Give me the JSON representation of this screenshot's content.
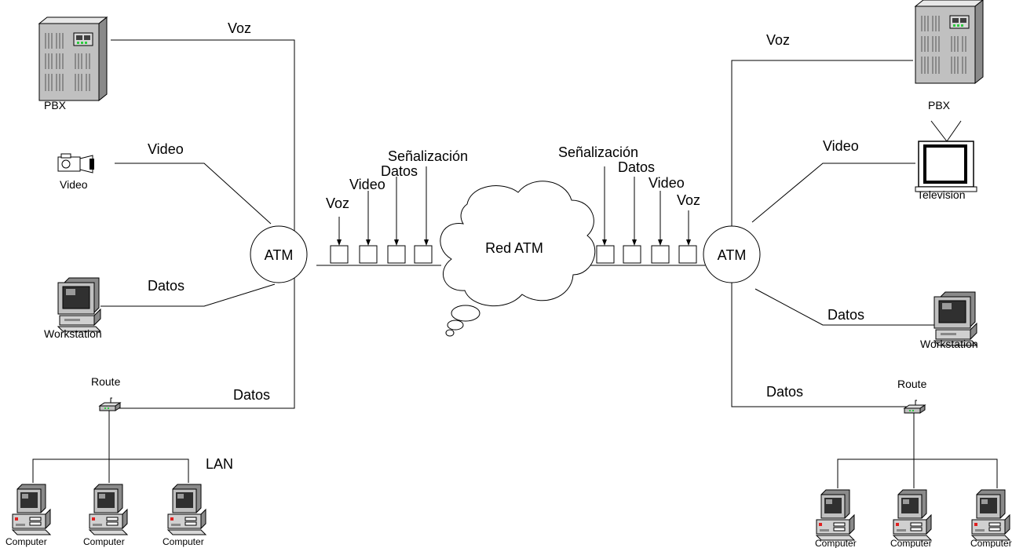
{
  "labels": {
    "left_voz": "Voz",
    "left_video": "Video",
    "left_datos": "Datos",
    "left_lan_datos": "Datos",
    "left_pbx": "PBX",
    "left_video_dev": "Video",
    "left_workstation": "Workstation",
    "left_route": "Route",
    "left_lan": "LAN",
    "left_atm": "ATM",
    "left_cell_voz": "Voz",
    "left_cell_video": "Video",
    "left_cell_datos": "Datos",
    "left_cell_senal": "Señalización",
    "cloud": "Red ATM",
    "right_cell_senal": "Señalización",
    "right_cell_datos": "Datos",
    "right_cell_video": "Video",
    "right_cell_voz": "Voz",
    "right_atm": "ATM",
    "right_voz": "Voz",
    "right_pbx": "PBX",
    "right_video": "Video",
    "right_television": "Television",
    "right_datos": "Datos",
    "right_workstation": "Workstation",
    "right_lan_datos": "Datos",
    "right_route": "Route"
  },
  "computers_left": [
    "Computer",
    "Computer",
    "Computer"
  ],
  "computers_right": [
    "Computer",
    "Computer",
    "Computer"
  ],
  "colors": {
    "device_gray": "#c0c0c0",
    "screen": "#404040",
    "led_green": "#2ecc40",
    "led_red": "#e02020"
  }
}
